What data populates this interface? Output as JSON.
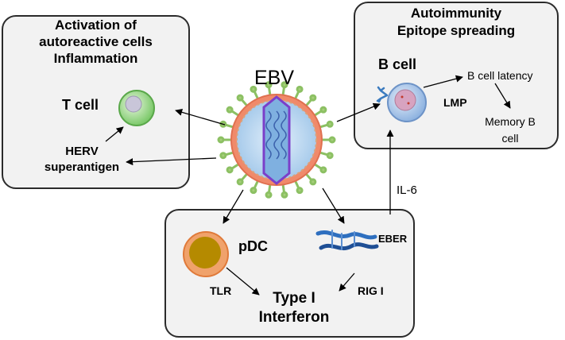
{
  "left_panel": {
    "title_lines": [
      "Activation of",
      "autoreactive cells",
      "Inflammation"
    ],
    "t_cell_label": "T cell",
    "herv_lines": [
      "HERV",
      "superantigen"
    ]
  },
  "center": {
    "virus_label": "EBV"
  },
  "right_panel": {
    "title_lines": [
      "Autoimmunity",
      "Epitope spreading"
    ],
    "b_cell_label": "B cell",
    "latency_label": "B cell latency",
    "lmp_label": "LMP",
    "memory_lines": [
      "Memory B",
      "cell"
    ]
  },
  "bottom_panel": {
    "pdc_label": "pDC",
    "eber_label": "EBER",
    "tlr_label": "TLR",
    "rig_label": "RIG I",
    "interferon_lines": [
      "Type I",
      "Interferon"
    ]
  },
  "il6_label": "IL-6",
  "colors": {
    "panel_bg": "#f2f2f2",
    "virus_outer": "#f08a6a",
    "virus_inner": "#bcd8f0",
    "spike": "#a6cf7a",
    "capsid": "#7b3fc9",
    "t_cell": "#9fd98a",
    "b_cell": "#a9c4e6",
    "pdc_outer": "#f0a26b",
    "pdc_inner": "#b58a00",
    "eber": "#2e6fbf"
  }
}
